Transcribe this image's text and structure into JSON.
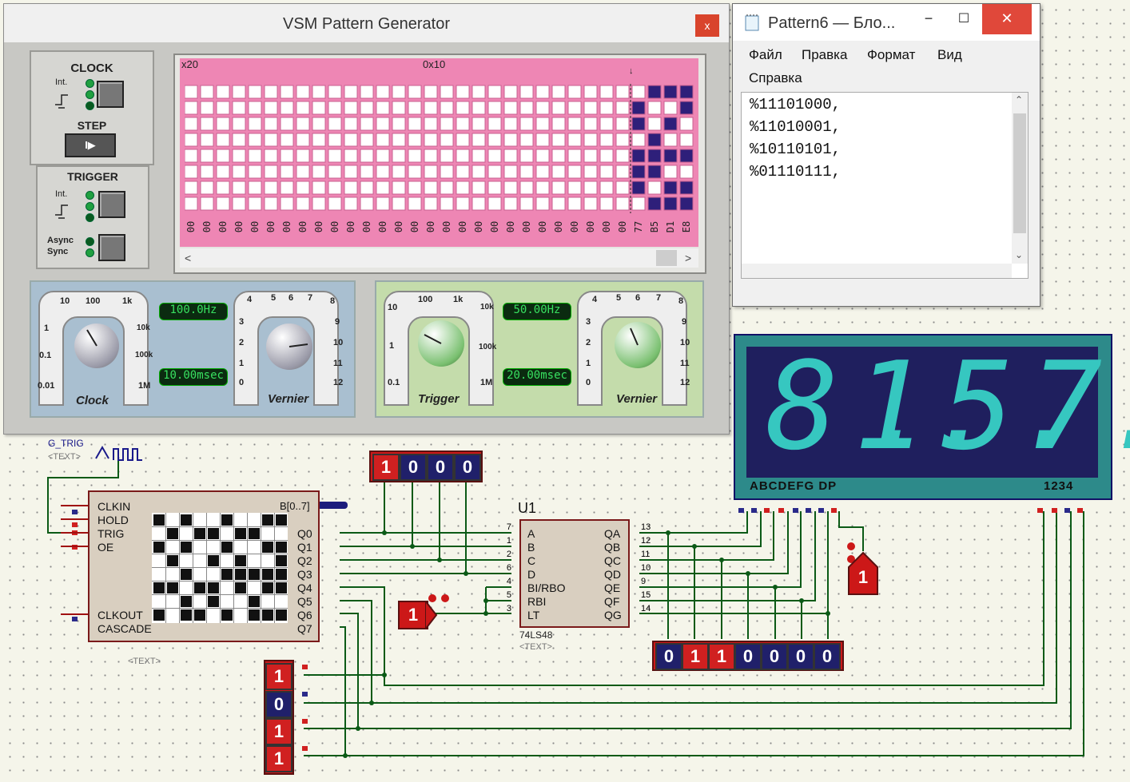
{
  "pattern_generator": {
    "title": "VSM Pattern Generator",
    "close_label": "x",
    "clock": {
      "title": "CLOCK",
      "int_label": "Int.",
      "step_title": "STEP",
      "step_symbol": "I▶"
    },
    "trigger": {
      "title": "TRIGGER",
      "int_label": "Int.",
      "async_label": "Async",
      "sync_label": "Sync"
    },
    "grid": {
      "left_marker": "x20",
      "mid_marker": "0x10",
      "cursor_marker": "↓",
      "column_values": [
        "00",
        "00",
        "00",
        "00",
        "00",
        "00",
        "00",
        "00",
        "00",
        "00",
        "00",
        "00",
        "00",
        "00",
        "00",
        "00",
        "00",
        "00",
        "00",
        "00",
        "00",
        "00",
        "00",
        "00",
        "00",
        "00",
        "00",
        "00",
        "77",
        "B5",
        "D1",
        "E8"
      ],
      "filled_bits": [
        [
          0,
          1,
          1,
          1
        ],
        [
          1,
          0,
          0,
          1
        ],
        [
          1,
          0,
          1,
          0
        ],
        [
          0,
          1,
          0,
          0
        ],
        [
          1,
          1,
          1,
          1
        ],
        [
          1,
          1,
          0,
          0
        ],
        [
          1,
          0,
          1,
          1
        ],
        [
          0,
          1,
          1,
          1
        ]
      ]
    },
    "clock_dial": {
      "range_labels": [
        "10",
        "100",
        "1k",
        "1",
        "10k",
        "0.1",
        "100k",
        "0.01",
        "1M"
      ],
      "name": "Clock",
      "frequency": "100.0Hz",
      "period": "10.00msec"
    },
    "clock_vernier": {
      "labels": [
        "4",
        "5",
        "6",
        "7",
        "8",
        "3",
        "9",
        "2",
        "10",
        "1",
        "11",
        "0",
        "12"
      ],
      "name": "Vernier"
    },
    "trigger_dial": {
      "range_labels": [
        "100",
        "1k",
        "10",
        "10k",
        "1",
        "100k",
        "0.1",
        "1M"
      ],
      "name": "Trigger",
      "frequency": "50.00Hz",
      "period": "20.00msec"
    },
    "trigger_vernier": {
      "labels": [
        "4",
        "5",
        "6",
        "7",
        "8",
        "3",
        "9",
        "2",
        "10",
        "1",
        "11",
        "0",
        "12"
      ],
      "name": "Vernier"
    }
  },
  "notepad": {
    "title": "Pattern6 — Бло...",
    "menu": [
      "Файл",
      "Правка",
      "Формат",
      "Вид",
      "Справка"
    ],
    "lines": [
      "%11101000,",
      "%11010001,",
      "%10110101,",
      "%01110111,"
    ],
    "min_label": "−",
    "max_label": "☐",
    "close_label": "✕"
  },
  "display": {
    "digits": [
      "8.",
      "1.",
      "5.",
      "7."
    ],
    "segment_label": "ABCDEFG DP",
    "digit_label": "1234"
  },
  "schematic": {
    "generator_terminal": "G_TRIG",
    "generator_text": "<TEXT>",
    "pattern_chip": {
      "inputs": [
        "CLKIN",
        "HOLD",
        "TRIG",
        "OE"
      ],
      "bottom_inputs": [
        "CLKOUT",
        "CASCADE"
      ],
      "bus_label": "B[0..7]",
      "outputs": [
        "Q0",
        "Q1",
        "Q2",
        "Q3",
        "Q4",
        "Q5",
        "Q6",
        "Q7"
      ],
      "text": "<TEXT>"
    },
    "decoder": {
      "ref": "U1",
      "part": "74LS48",
      "text": "<TEXT>",
      "inputs": [
        "A",
        "B",
        "C",
        "D",
        "BI/RBO",
        "RBI",
        "LT"
      ],
      "input_pins": [
        "7",
        "1",
        "2",
        "6",
        "4",
        "5",
        "3"
      ],
      "outputs": [
        "QA",
        "QB",
        "QC",
        "QD",
        "QE",
        "QF",
        "QG"
      ],
      "output_pins": [
        "13",
        "12",
        "11",
        "10",
        "9",
        "15",
        "14"
      ]
    },
    "input_logic_states": [
      "1",
      "0",
      "0",
      "0"
    ],
    "output_logic_states": [
      "0",
      "1",
      "1",
      "0",
      "0",
      "0",
      "0"
    ],
    "logic_state_1": "1",
    "logic_state_dp": "1",
    "side_logic_states": [
      "1",
      "0",
      "1",
      "1"
    ]
  }
}
